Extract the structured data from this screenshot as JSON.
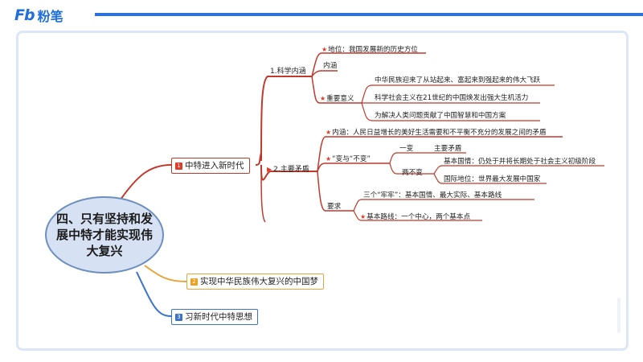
{
  "brand": {
    "logo_mark": "Fb",
    "logo_text": "粉笔"
  },
  "colors": {
    "accent": "#2d72d9",
    "branch_red": "#c0392b",
    "branch_orange": "#e8a53a",
    "branch_blue": "#3b73c9"
  },
  "root": "四、只有坚持和发展中特才能实现伟大复兴",
  "branches": [
    {
      "num": "1",
      "label": "中特进入新时代"
    },
    {
      "num": "2",
      "label": "实现中华民族伟大复兴的中国梦"
    },
    {
      "num": "3",
      "label": "习新时代中特思想"
    }
  ],
  "b1": {
    "sub1": "1.科学内涵",
    "sub1_items": {
      "position": "地位：我国发展新的历史方位",
      "neihan": "内涵",
      "significance": "重要意义",
      "sig_items": [
        "中华民族迎来了从站起来、富起来到强起来的伟大飞跃",
        "科学社会主义在21世纪的中国焕发出强大生机活力",
        "为解决人类问题贡献了中国智慧和中国方案"
      ]
    },
    "sub2": "2.主要矛盾",
    "sub2_items": {
      "content": "内涵：人民日益增长的美好生活需要和不平衡不充分的发展之间的矛盾",
      "change": "“变与“不变”",
      "one_change": "一变",
      "main_contradiction": "主要矛盾",
      "two_unchanged": "两不变",
      "basic_condition": "基本国情：仍处于并将长期处于社会主义初级阶段",
      "intl_status": "国际地位：世界最大发展中国家",
      "requirement": "要求",
      "three_firm": "三个“牢牢”：基本国情、最大实际、基本路线",
      "basic_line": "基本路线：一个中心，两个基本点"
    }
  }
}
